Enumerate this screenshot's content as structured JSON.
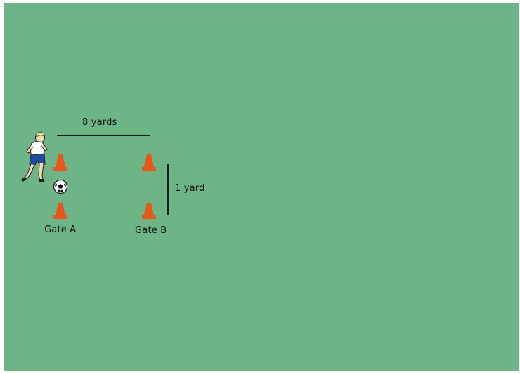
{
  "colors": {
    "field": "#6db587",
    "cone": "#e8561c",
    "shorts": "#1f4aa6",
    "line": "#1a1a1a"
  },
  "diagram": {
    "width_label": "8 yards",
    "height_label": "1 yard",
    "gates": [
      {
        "label": "Gate A"
      },
      {
        "label": "Gate B"
      }
    ],
    "icons": [
      "player-icon",
      "soccer-ball-icon",
      "cone-icon"
    ]
  }
}
